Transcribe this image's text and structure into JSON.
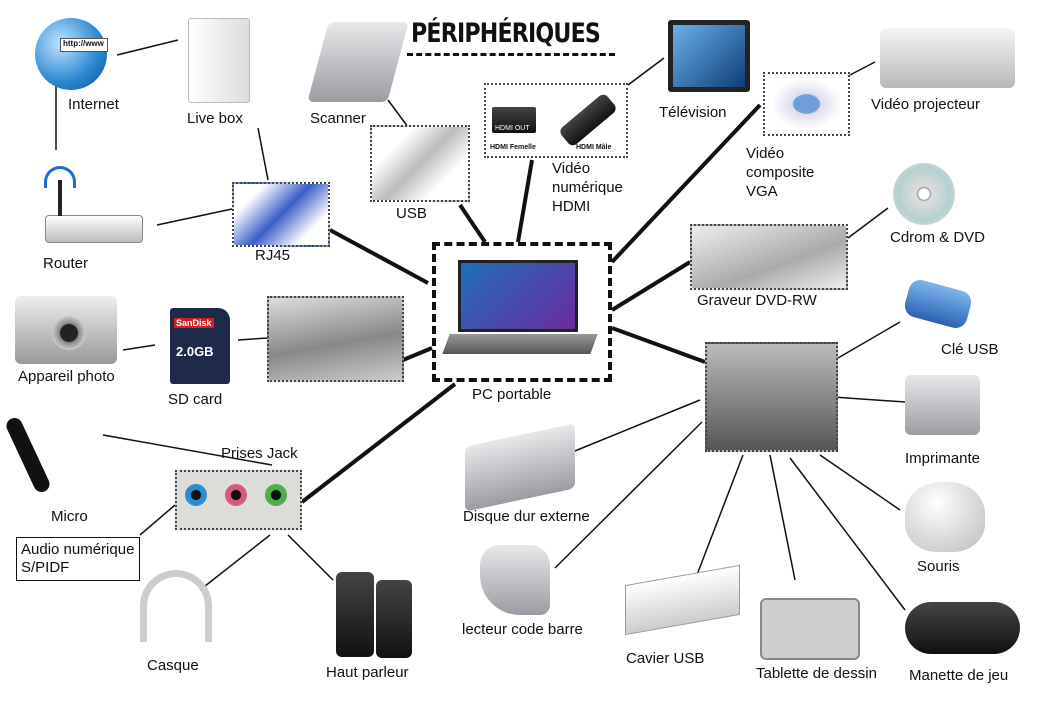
{
  "title": "PÉRIPHÉRIQUES",
  "labels": {
    "internet": "Internet",
    "livebox": "Live box",
    "scanner": "Scanner",
    "usb": "USB",
    "hdmi_1": "Vidéo",
    "hdmi_2": "numérique",
    "hdmi_3": "HDMI",
    "hdmi_out": "HDMI OUT",
    "hdmi_femelle": "HDMI Femelle",
    "hdmi_male": "HDMI Mâle",
    "television": "Télévision",
    "vga_1": "Vidéo",
    "vga_2": "composite",
    "vga_3": "VGA",
    "projecteur": "Vidéo projecteur",
    "router": "Router",
    "rj45": "RJ45",
    "cdrom": "Cdrom & DVD",
    "graveur": "Graveur DVD-RW",
    "cle_usb": "Clé USB",
    "appareil": "Appareil photo",
    "sdcard": "SD card",
    "sd_brand": "SanDisk",
    "sd_size": "2.0GB",
    "pc": "PC portable",
    "imprimante": "Imprimante",
    "jack": "Prises Jack",
    "micro": "Micro",
    "disque": "Disque dur externe",
    "audio_1": "Audio numérique",
    "audio_2": "S/PIDF",
    "souris": "Souris",
    "lecteur": "lecteur code barre",
    "casque": "Casque",
    "haut_parleur": "Haut parleur",
    "clavier": "Cavier USB",
    "tablette": "Tablette de dessin",
    "manette": "Manette de jeu",
    "url_text": "http://www"
  }
}
